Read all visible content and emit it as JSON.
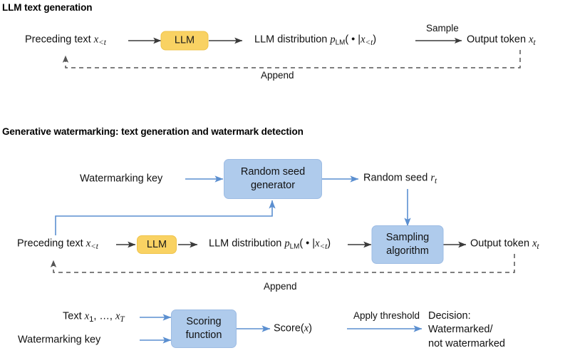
{
  "figure": {
    "background": "#ffffff",
    "accent_blue": "#5b8fd0",
    "box_blue": "#afcbec",
    "box_yellow": "#f9d263",
    "arrow_gray": "#3a3a3a"
  },
  "sections": {
    "top": {
      "title": "LLM text generation",
      "nodes": {
        "preceding_text": "Preceding text x<t",
        "llm_box": "LLM",
        "distribution": "LLM distribution pLM( • |x<t)",
        "output_token": "Output token xt"
      },
      "edges": {
        "sample": "Sample",
        "append": "Append"
      }
    },
    "bottom": {
      "title": "Generative watermarking: text generation and watermark detection",
      "nodes": {
        "watermarking_key": "Watermarking key",
        "random_seed_generator": "Random seed generator",
        "random_seed": "Random seed rt",
        "preceding_text": "Preceding text x<t",
        "llm_box": "LLM",
        "distribution": "LLM distribution pLM( • |x<t)",
        "sampling_algorithm": "Sampling algorithm",
        "output_token": "Output token xt",
        "text_sequence": "Text x1, …, xT",
        "watermarking_key_2": "Watermarking key",
        "scoring_function": "Scoring function",
        "score": "Score(x)",
        "decision": "Decision: Watermarked/ not watermarked"
      },
      "edges": {
        "append": "Append",
        "apply_threshold": "Apply threshold"
      }
    }
  }
}
